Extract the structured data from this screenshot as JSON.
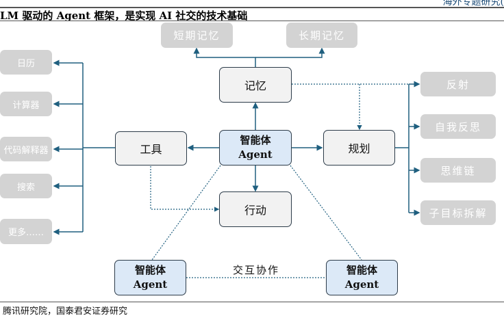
{
  "header": {
    "section": "海外专题研究(",
    "title": "LM 驱动的 Agent 框架，是实现 AI 社交的技术基础"
  },
  "memory": {
    "label": "记忆",
    "short": "短期记忆",
    "long": "长期记忆"
  },
  "agent": {
    "cn": "智能体",
    "en": "Agent"
  },
  "tools": {
    "label": "工具",
    "items": [
      "日历",
      "计算器",
      "代码解释器",
      "搜索",
      "更多……"
    ]
  },
  "planning": {
    "label": "规划",
    "items": [
      "反射",
      "自我反思",
      "思维链",
      "子目标拆解"
    ]
  },
  "action": {
    "label": "行动"
  },
  "collab": {
    "label": "交互协作",
    "agent_a": {
      "cn": "智能体",
      "en": "Agent"
    },
    "agent_b": {
      "cn": "智能体",
      "en": "Agent"
    }
  },
  "footer": {
    "source": "腾讯研究院，国泰君安证券研究"
  },
  "colors": {
    "line": "#1f5f7f",
    "agent_fill": "#dce9f7",
    "node_fill": "#f2f2f2",
    "leaf_fill": "#d3d3d3"
  }
}
